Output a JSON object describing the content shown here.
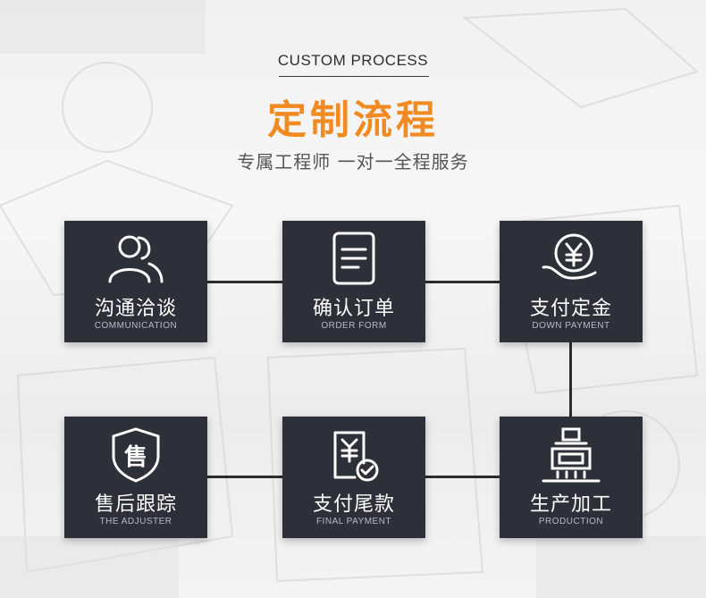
{
  "header": {
    "eyebrow": "CUSTOM PROCESS",
    "title": "定制流程",
    "subtitle": "专属工程师 一对一全程服务"
  },
  "colors": {
    "title_orange": "#f28a22",
    "card_bg": "#2d3038",
    "connector": "#2c2c2c"
  },
  "steps": [
    {
      "cn": "沟通洽谈",
      "en": "COMMUNICATION",
      "icon": "people-icon"
    },
    {
      "cn": "确认订单",
      "en": "ORDER FORM",
      "icon": "document-icon"
    },
    {
      "cn": "支付定金",
      "en": "DOWN PAYMENT",
      "icon": "yen-coin-hand-icon"
    },
    {
      "cn": "售后跟踪",
      "en": "THE ADJUSTER",
      "icon": "shield-badge-icon"
    },
    {
      "cn": "支付尾款",
      "en": "FINAL PAYMENT",
      "icon": "yen-check-icon"
    },
    {
      "cn": "生产加工",
      "en": "PRODUCTION",
      "icon": "machine-icon"
    }
  ]
}
